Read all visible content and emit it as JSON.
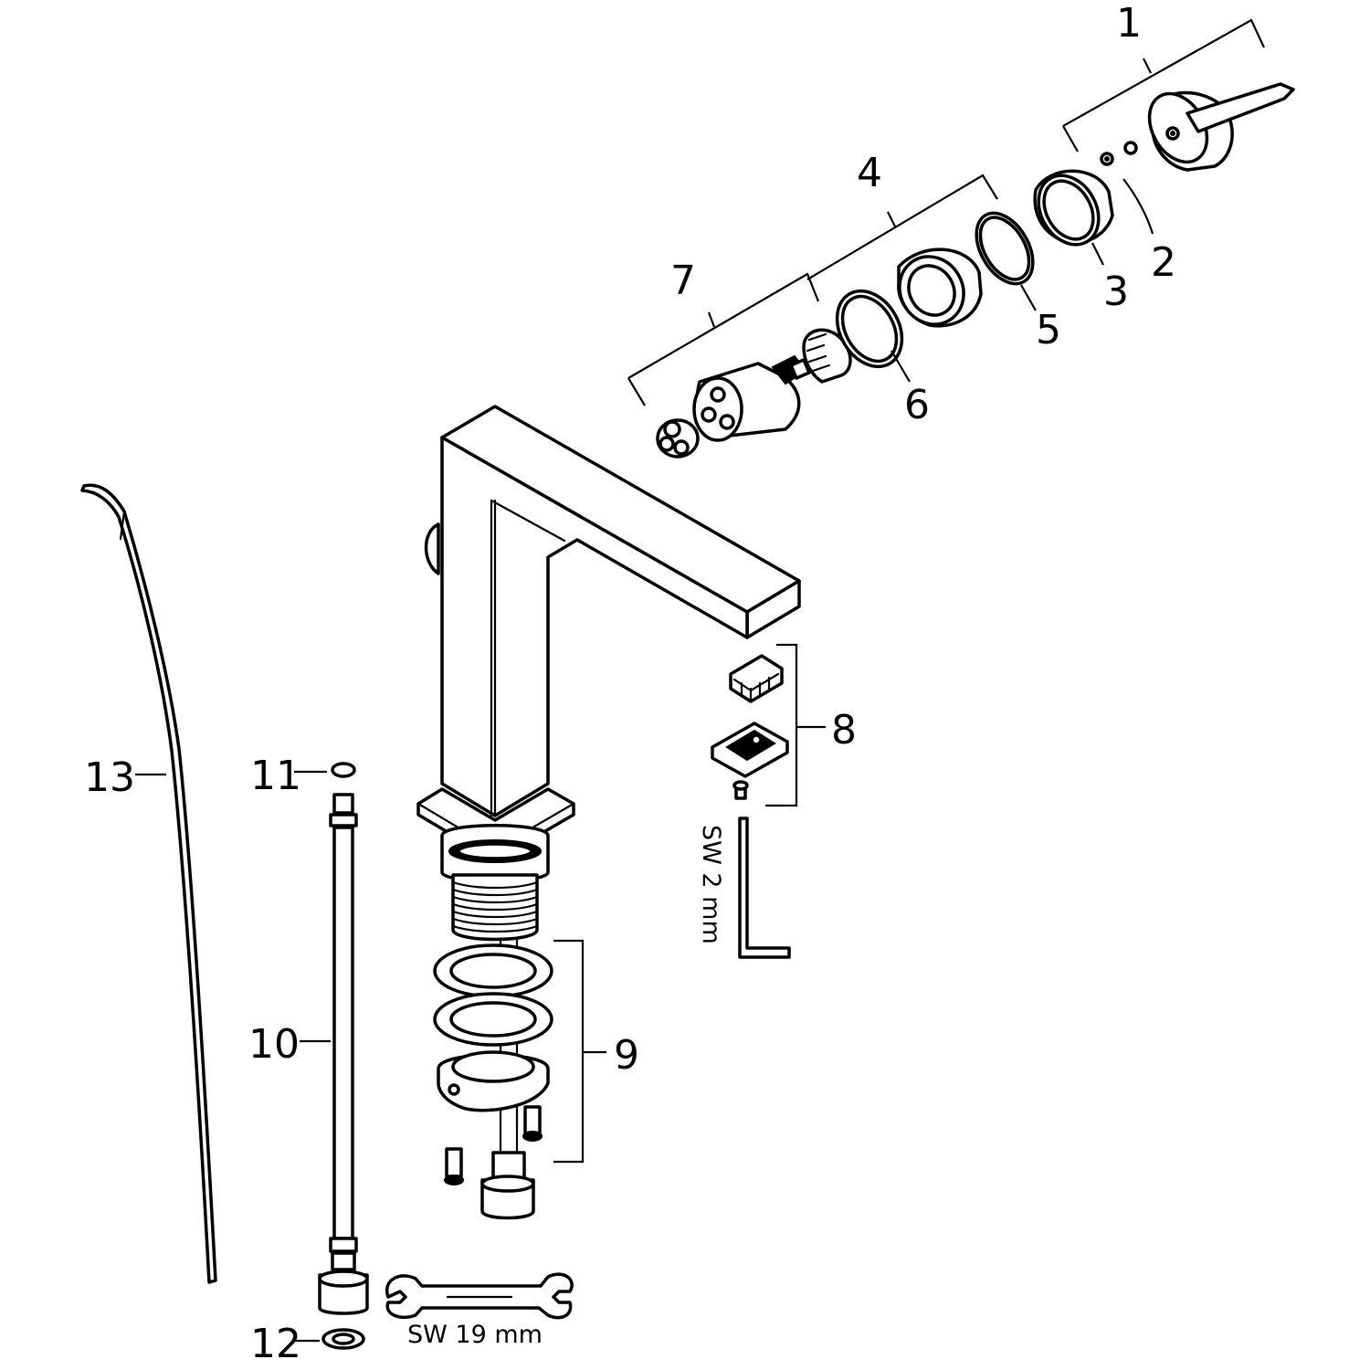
{
  "diagram": {
    "colors": {
      "line": "#000000",
      "background": "#ffffff"
    },
    "callouts": [
      "1",
      "2",
      "3",
      "4",
      "5",
      "6",
      "7",
      "8",
      "9",
      "10",
      "11",
      "12",
      "13"
    ],
    "tools": {
      "hex_key": "SW 2 mm",
      "wrench": "SW 19 mm"
    }
  }
}
